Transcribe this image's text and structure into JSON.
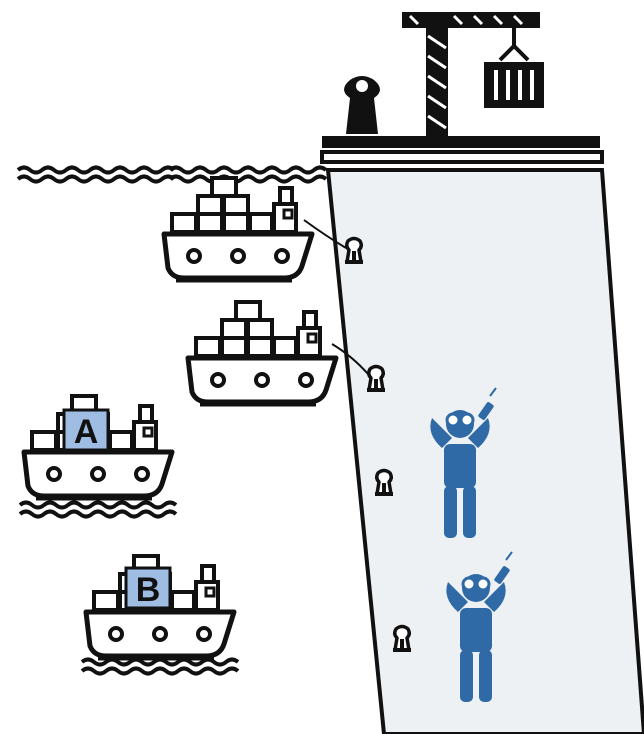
{
  "colors": {
    "ink": "#111111",
    "quay_fill": "#eef1f4",
    "worker": "#2f6aa6",
    "label_box": "#9fbde3",
    "background": "#ffffff"
  },
  "ships": [
    {
      "id": "moored-upper",
      "label": "",
      "status": "moored"
    },
    {
      "id": "moored-lower",
      "label": "",
      "status": "moored"
    },
    {
      "id": "ship-a",
      "label": "A",
      "status": "waiting"
    },
    {
      "id": "ship-b",
      "label": "B",
      "status": "waiting"
    }
  ],
  "icons": [
    "crane-icon",
    "container-icon",
    "bollard-icon",
    "ship-icon",
    "worker-binoculars-icon",
    "wave-icon"
  ],
  "bollards_on_quay": 4,
  "workers": 2
}
